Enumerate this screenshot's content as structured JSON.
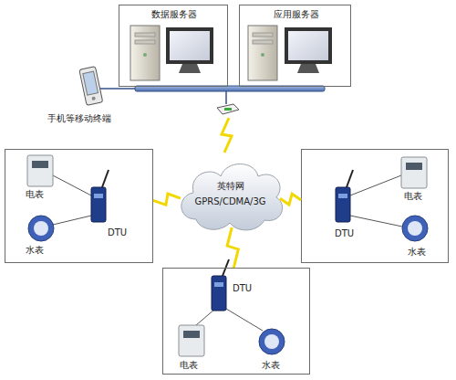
{
  "diagram": {
    "nodes": [
      {
        "text": [
          "数据服务器"
        ]
      },
      {
        "text": [
          "应用服务器"
        ]
      },
      {
        "text": [
          "电表",
          "水表",
          "DTU"
        ]
      },
      {
        "text": [
          "英特网",
          "GPRS/CDMA/3G"
        ]
      },
      {
        "text": [
          "电表",
          "DTU",
          "水表"
        ]
      },
      {
        "text": [
          "DTU",
          "电表",
          "水表"
        ]
      }
    ],
    "edges": [
      {
        "from": 3,
        "to": 2,
        "arrow": "none"
      },
      {
        "from": 3,
        "to": 4,
        "arrow": "none"
      },
      {
        "from": 3,
        "to": 5,
        "arrow": "none"
      }
    ],
    "labels": [
      "手机等移动终端"
    ]
  }
}
